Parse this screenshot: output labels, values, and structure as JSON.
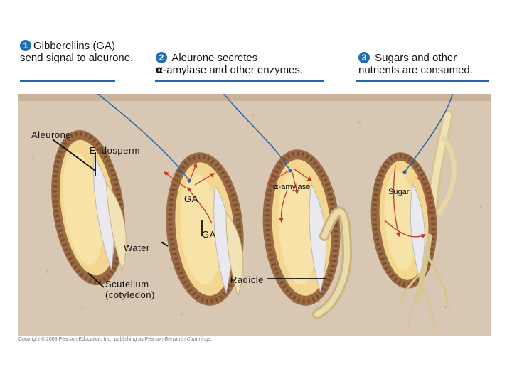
{
  "steps": [
    {
      "number": "1",
      "text": "Gibberellins (GA) send signal to aleurone."
    },
    {
      "number": "2",
      "text_line1": "Aleurone secretes",
      "alpha_glyph": "α",
      "text_line2": "-amylase and other enzymes."
    },
    {
      "number": "3",
      "text": "Sugars and other nutrients are consumed."
    }
  ],
  "labels": {
    "aleurone": "Aleurone",
    "endosperm": "Endosperm",
    "ga_upper": "GA",
    "ga_lower": "GA",
    "water": "Water",
    "scutellum": "Scutellum (cotyledon)",
    "radicle": "Radicle",
    "alpha_amylase_symbol": "α",
    "alpha_amylase_text": "-amylase",
    "sugar": "Sugar"
  },
  "colors": {
    "accent": "#1f6fb2",
    "soil": "#d8c7b2",
    "seed_coat": "#b07a4e",
    "endosperm": "#f3d690",
    "arrow_red": "#c0392b"
  },
  "copyright": "Copyright © 2008 Pearson Education, Inc., publishing as Pearson Benjamin Cummings."
}
